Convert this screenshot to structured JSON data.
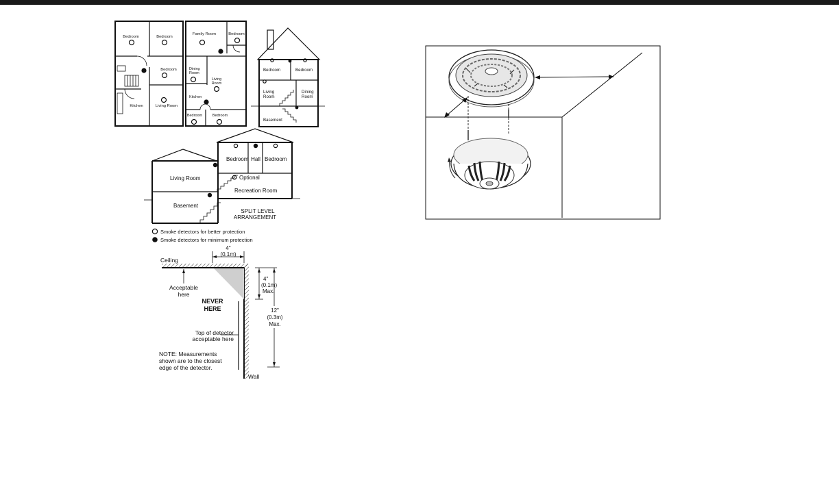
{
  "floorplan": {
    "plan_a": {
      "bedroom_1": "Bedroom",
      "bedroom_2": "Bedroom",
      "bedroom_3": "Bedroom",
      "kitchen": "Kitchen",
      "living_room": "Living Room"
    },
    "plan_b": {
      "family_room": "Family Room",
      "bedroom_top": "Bedroom",
      "dining_room_1": "Dining",
      "dining_room_2": "Room",
      "living_room_1": "Living",
      "living_room_2": "Room",
      "kitchen": "Kitchen",
      "bedroom_bl": "Bedroom",
      "bedroom_br": "Bedroom"
    },
    "house": {
      "bedroom_left": "Bedroom",
      "bedroom_right": "Bedroom",
      "living_1": "Living",
      "living_2": "Room",
      "dining_1": "Dining",
      "dining_2": "Room",
      "basement": "Basement"
    }
  },
  "split_level": {
    "bedroom_left": "Bedroom",
    "hall": "Hall",
    "bedroom_right": "Bedroom",
    "living_room": "Living Room",
    "optional": "Optional",
    "recreation_room": "Recreation Room",
    "basement": "Basement",
    "caption_1": "SPLIT LEVEL",
    "caption_2": "ARRANGEMENT"
  },
  "legend": {
    "better": "Smoke detectors for better protection",
    "minimum": "Smoke detectors for minimum protection"
  },
  "placement": {
    "top_dim_1": "4\"",
    "top_dim_2": "(0.1m)",
    "ceiling": "Ceiling",
    "acceptable_1": "Acceptable",
    "acceptable_2": "here",
    "never_1": "NEVER",
    "never_2": "HERE",
    "small_dim_1": "4\"",
    "small_dim_2": "(0.1m)",
    "small_dim_3": "Max.",
    "big_dim_1": "12\"",
    "big_dim_2": "(0.3m)",
    "big_dim_3": "Max.",
    "top_det_1": "Top of detector",
    "top_det_2": "acceptable here",
    "note_1": "NOTE: Measurements",
    "note_2": "shown are to the closest",
    "note_3": "edge of the detector.",
    "wall": "Wall"
  },
  "colors": {
    "line": "#111111",
    "shade": "#cfcfcf"
  }
}
